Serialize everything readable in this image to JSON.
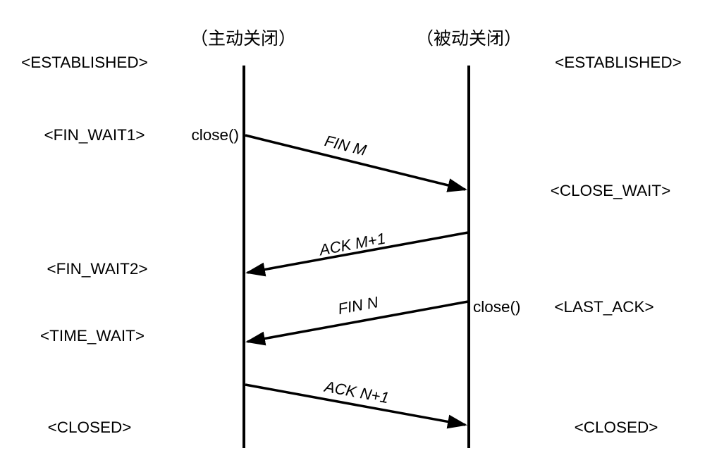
{
  "diagram": {
    "left_title": "（主动关闭）",
    "right_title": "（被动关闭）",
    "left": {
      "established": "<ESTABLISHED>",
      "fin_wait1": "<FIN_WAIT1>",
      "close_call": "close()",
      "fin_wait2": "<FIN_WAIT2>",
      "time_wait": "<TIME_WAIT>",
      "closed": "<CLOSED>"
    },
    "right": {
      "established": "<ESTABLISHED>",
      "close_wait": "<CLOSE_WAIT>",
      "close_call": "close()",
      "last_ack": "<LAST_ACK>",
      "closed": "<CLOSED>"
    },
    "messages": {
      "fin_m": "FIN M",
      "ack_m_plus_1": "ACK M+1",
      "fin_n": "FIN N",
      "ack_n_plus_1": "ACK N+1"
    },
    "colors": {
      "line": "#000000",
      "background": "#ffffff"
    }
  }
}
